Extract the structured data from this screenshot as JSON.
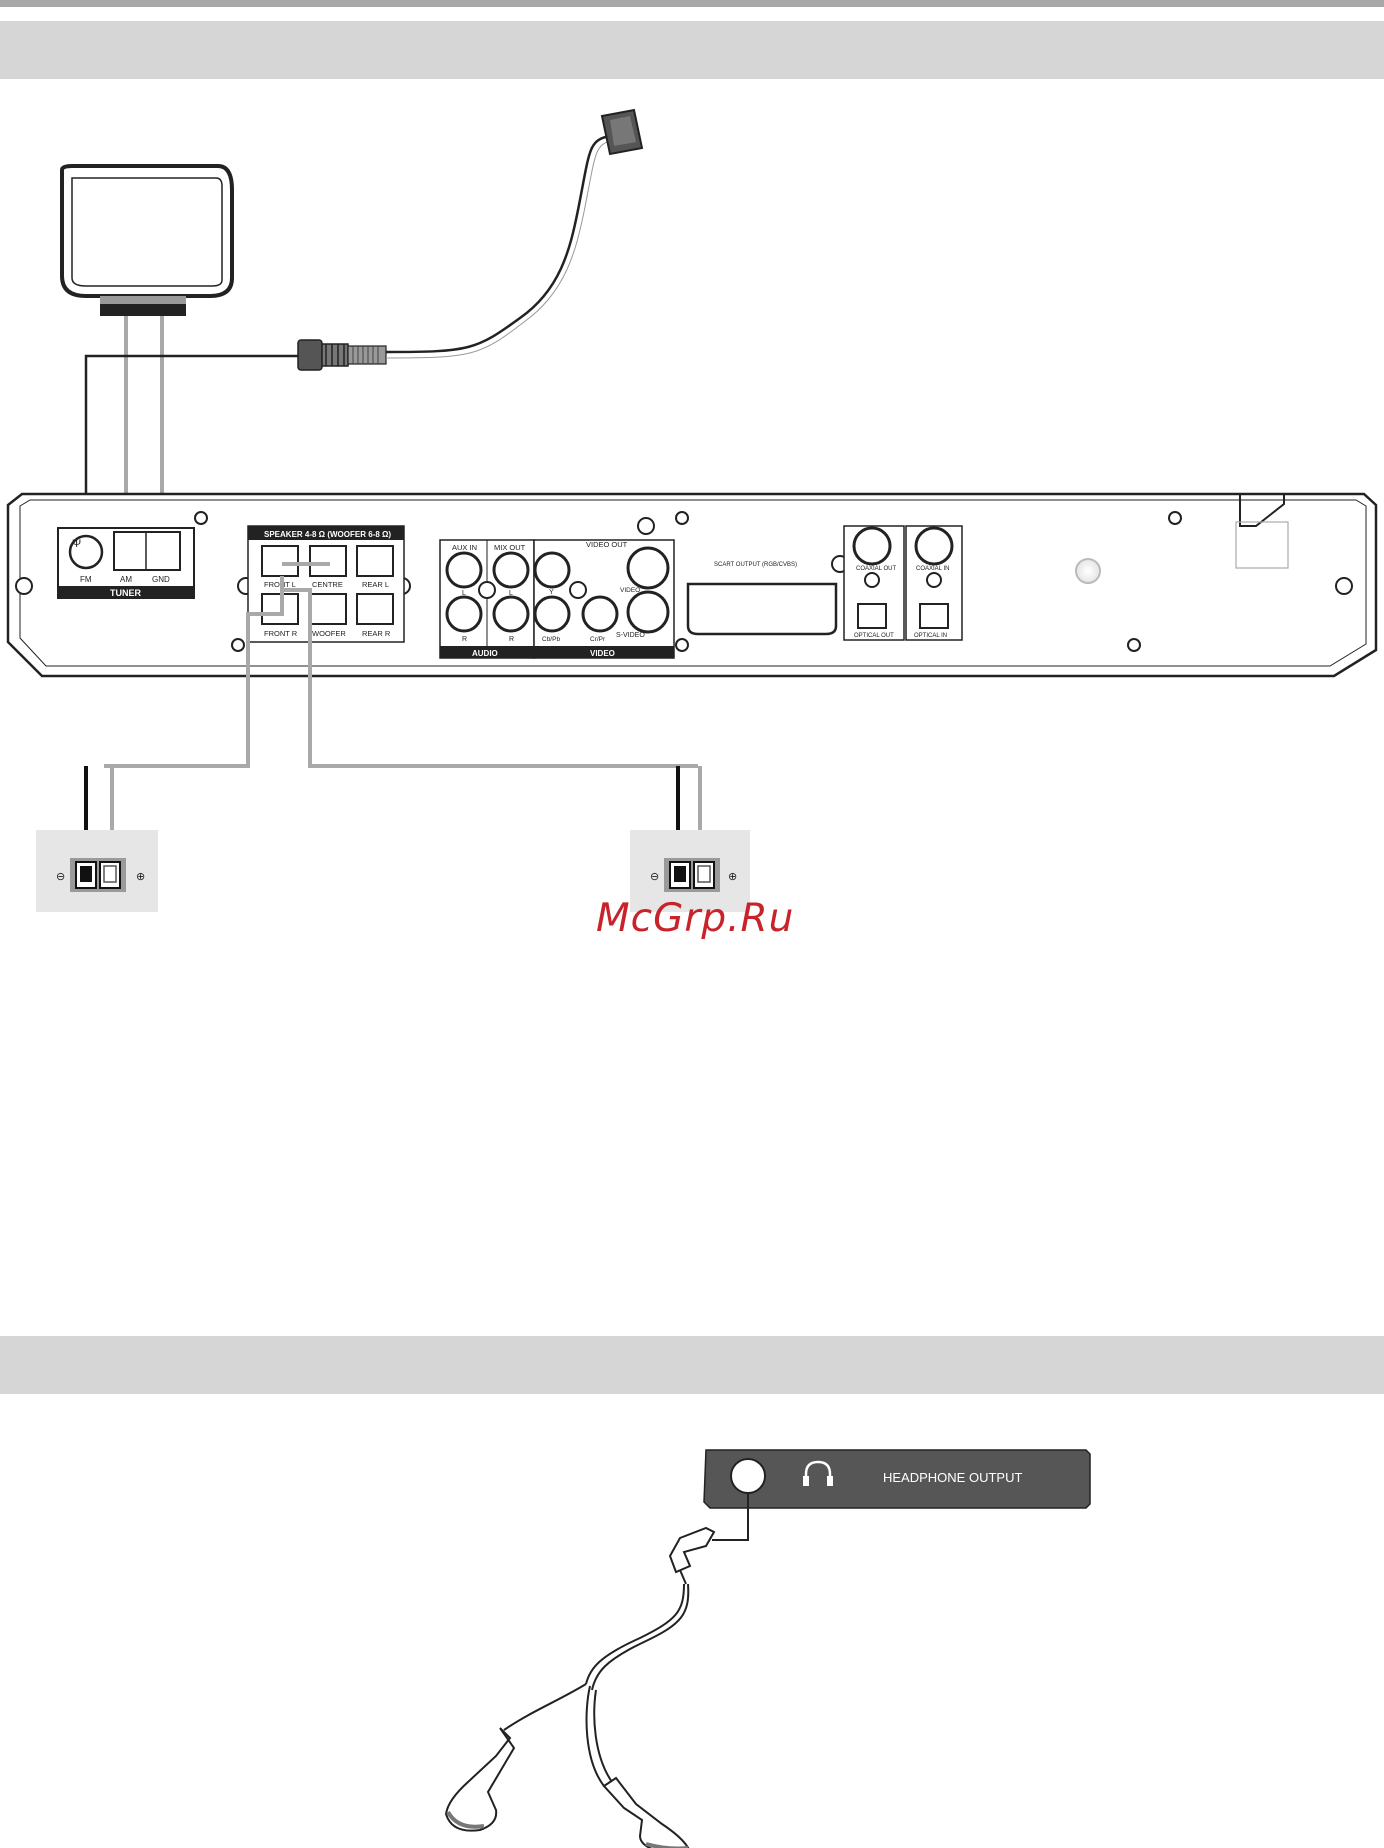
{
  "labels": {
    "tuner": "TUNER",
    "fm": "FM",
    "am": "AM",
    "gnd": "GND",
    "speaker_header": "SPEAKER 4-8 Ω (WOOFER 6-8 Ω)",
    "front_l": "FRONT L",
    "centre": "CENTRE",
    "rear_l": "REAR L",
    "front_r": "FRONT R",
    "woofer": "WOOFER",
    "rear_r": "REAR R",
    "aux_in": "AUX IN",
    "mix_out": "MIX OUT",
    "video_out": "VIDEO OUT",
    "l1": "L",
    "l2": "L",
    "r1": "R",
    "r2": "R",
    "audio": "AUDIO",
    "y": "Y",
    "video": "VIDEO",
    "cbpb": "Cb/Pb",
    "crpr": "Cr/Pr",
    "svideo": "S-VIDEO",
    "video_group": "VIDEO",
    "scart": "SCART OUTPUT (RGB/CVBS)",
    "coaxial_out": "COAXIAL OUT",
    "optical_out": "OPTICAL OUT",
    "coaxial_in": "COAXIAL IN",
    "optical_in": "OPTICAL IN",
    "headphone_output": "HEADPHONE OUTPUT",
    "minus": "⊖",
    "plus": "⊕"
  },
  "watermark": "McGrp.Ru",
  "colors": {
    "band": "#d6d6d6",
    "wire_gray": "#a9a9a9",
    "wire_black": "#111111",
    "watermark": "#c8232a",
    "headphone_panel": "#565656"
  }
}
